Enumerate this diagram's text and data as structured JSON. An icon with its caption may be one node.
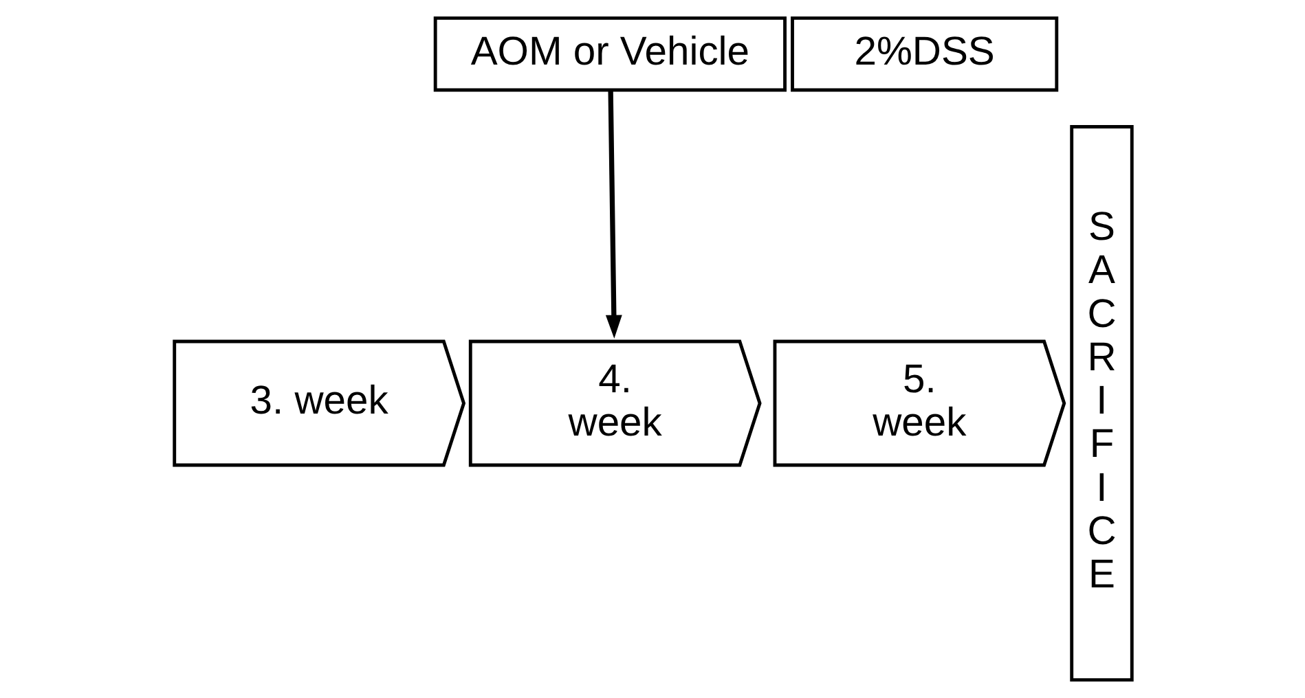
{
  "diagram": {
    "nodes": [
      {
        "text": [
          "AOM or Vehicle"
        ]
      },
      {
        "text": [
          "2%DSS"
        ]
      },
      {
        "text": [
          "3. week"
        ]
      },
      {
        "text": [
          "4. week"
        ]
      },
      {
        "text": [
          "5. week"
        ]
      },
      {
        "text": [
          "SACRIFICE"
        ]
      }
    ],
    "edges": [
      {
        "from": 0,
        "to": 3,
        "arrow": "to"
      }
    ]
  }
}
